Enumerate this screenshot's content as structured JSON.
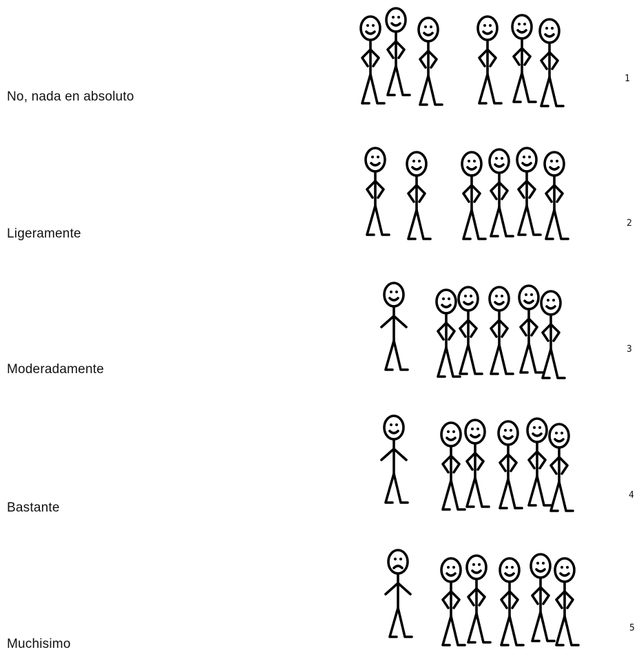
{
  "scale": {
    "items": [
      {
        "label": "No, nada en absoluto",
        "number": "1",
        "lone_figure": false,
        "lone_sad": false
      },
      {
        "label": "Ligeramente",
        "number": "2",
        "lone_figure": false,
        "lone_sad": false
      },
      {
        "label": "Moderadamente",
        "number": "3",
        "lone_figure": true,
        "lone_sad": false
      },
      {
        "label": "Bastante",
        "number": "4",
        "lone_figure": true,
        "lone_sad": false
      },
      {
        "label": "Muchisimo",
        "number": "5",
        "lone_figure": true,
        "lone_sad": true
      }
    ]
  }
}
